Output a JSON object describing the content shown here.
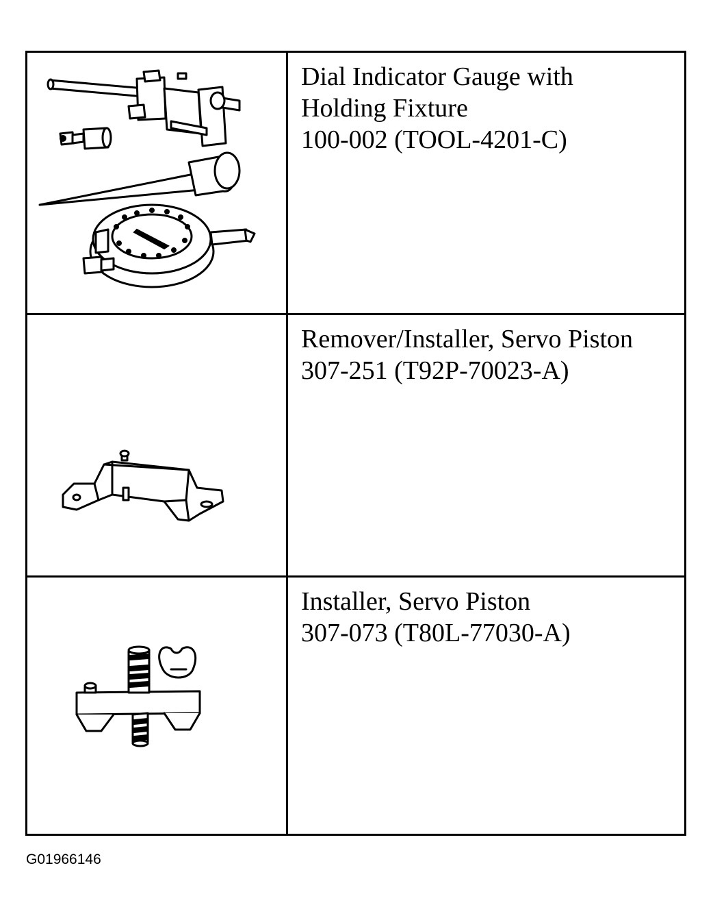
{
  "tools": [
    {
      "name": "Dial Indicator Gauge with",
      "name_cont": "Holding Fixture",
      "part_number": "100-002 (TOOL-4201-C)",
      "icon": "dial-indicator-gauge-illustration"
    },
    {
      "name": "Remover/Installer, Servo Piston",
      "part_number": "307-251 (T92P-70023-A)",
      "icon": "servo-piston-remover-installer-illustration"
    },
    {
      "name": "Installer, Servo Piston",
      "part_number": "307-073 (T80L-77030-A)",
      "icon": "servo-piston-installer-illustration"
    }
  ],
  "figure_id": "G01966146"
}
